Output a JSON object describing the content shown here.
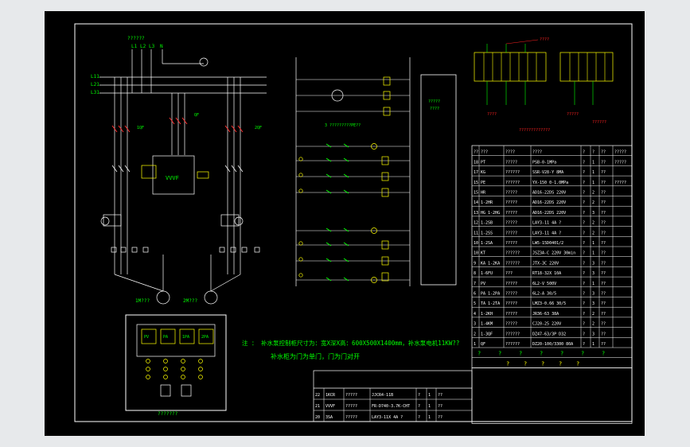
{
  "colors": {
    "page": "#e7e9eb",
    "sheet": "#000000",
    "wire": "#ffffff",
    "label": "#00ff00",
    "accent": "#ff2020",
    "contact": "#ff3030",
    "coil": "#ffff00"
  },
  "power": {
    "top_label": "??????",
    "phase_labels": [
      "L1",
      "L2",
      "L3",
      "N"
    ],
    "bus_labels": [
      "L11",
      "L21",
      "L31"
    ],
    "breakers": [
      "1QF",
      "QF",
      "2QF"
    ],
    "motor_labels": [
      "1M???",
      "2M???"
    ],
    "vvvf": "VVVF"
  },
  "control": {
    "caption": "3 ?????????PE??",
    "labels_right": [
      "?????",
      "????"
    ]
  },
  "notes": {
    "line1": "注 ： 补水泵控制柜尺寸为：宽X深X高：600X500X1400mm，补水泵电机11KW??",
    "line2": "补水柜为门为单门，门为门对开"
  },
  "panel_caption": "???????",
  "panel_meters": [
    "PV",
    "PA",
    "1PA",
    "2PA"
  ],
  "terminals": {
    "labels": [
      "????",
      "????",
      "?????????????",
      "?????",
      "??????"
    ]
  },
  "parts_table": {
    "header": [
      "??",
      "???",
      "????",
      "????",
      "?",
      "?",
      "??",
      "?????"
    ],
    "rows": [
      [
        "18",
        "PT",
        "?????",
        "PSB-0-1MPa",
        "?",
        "1",
        "??",
        "?????"
      ],
      [
        "17",
        "KG",
        "??????",
        "SSR-V28-Y 8MA",
        "?",
        "1",
        "??",
        ""
      ],
      [
        "15",
        "PE",
        "??????",
        "YX-150 0-1.0MPa",
        "?",
        "1",
        "??",
        "?????"
      ],
      [
        "15",
        "HR",
        "?????",
        "AD16-22DS 220V",
        "?",
        "2",
        "??",
        ""
      ],
      [
        "14",
        "1-2HR",
        "?????",
        "AD16-22DS 220V",
        "?",
        "2",
        "??",
        ""
      ],
      [
        "13",
        "HG 1-2HG",
        "?????",
        "AD16-22DS 220V",
        "?",
        "3",
        "??",
        ""
      ],
      [
        "12",
        "1-2SB",
        "?????",
        "LAY3-11 4A ?",
        "?",
        "2",
        "??",
        ""
      ],
      [
        "11",
        "1-2SS",
        "?????",
        "LAY3-11 4A ?",
        "?",
        "2",
        "??",
        ""
      ],
      [
        "10",
        "1-2SA",
        "?????",
        "LW5-15D0401/2",
        "?",
        "1",
        "??",
        ""
      ],
      [
        "10",
        "KT",
        "??????",
        "JSZ3A-C 220V 30min",
        "?",
        "1",
        "??",
        ""
      ],
      [
        "9",
        "KA 1-2KA",
        "??????",
        "JTX-3C 220V",
        "?",
        "3",
        "??",
        ""
      ],
      [
        "8",
        "1-6FU",
        "???",
        "RT18-32X 10A",
        "?",
        "3",
        "??",
        ""
      ],
      [
        "7",
        "PV",
        "?????",
        "6L2-V 500V",
        "?",
        "1",
        "??",
        ""
      ],
      [
        "6",
        "PA 1-2PA",
        "?????",
        "6L2-A 30/5",
        "?",
        "3",
        "??",
        ""
      ],
      [
        "5",
        "TA 1-2TA",
        "?????",
        "LMZ3-0.66 30/5",
        "?",
        "3",
        "??",
        ""
      ],
      [
        "4",
        "1-2KH",
        "?????",
        "JR36-63 38A",
        "?",
        "2",
        "??",
        ""
      ],
      [
        "3",
        "1-4KM",
        "?????",
        "CJ20-25 220V",
        "?",
        "2",
        "??",
        ""
      ],
      [
        "2",
        "1-3QF",
        "??????",
        "DZ47-63/3P D32",
        "?",
        "3",
        "??",
        ""
      ],
      [
        "1",
        "QF",
        "??????",
        "DZ20-100/3300 80A",
        "?",
        "1",
        "??",
        ""
      ]
    ],
    "footer": [
      "?",
      "?",
      "?",
      "?",
      "?",
      "?",
      "?"
    ],
    "footer2": [
      "?",
      "?",
      "?",
      "?",
      "?"
    ]
  },
  "title_table": {
    "rows": [
      [
        "22",
        "1KCR",
        "?????",
        "JJCR4-11B",
        "?",
        "1",
        "??"
      ],
      [
        "21",
        "VVVF",
        "?????",
        "FR-D740-3.7K-CHT",
        "?",
        "1",
        "??"
      ],
      [
        "20",
        "3SA",
        "?????",
        "LAY3-11X 4A ?",
        "?",
        "1",
        "??"
      ]
    ]
  }
}
